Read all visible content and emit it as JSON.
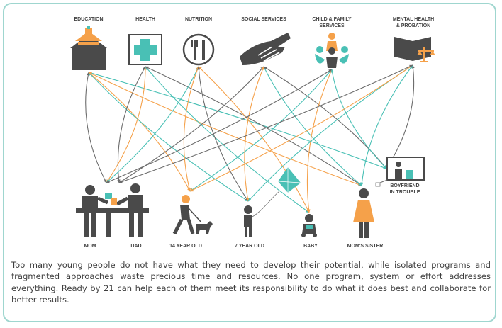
{
  "categories": [
    {
      "label": "EDUCATION",
      "icon": "schoolhouse-icon"
    },
    {
      "label": "HEALTH",
      "icon": "medical-cross-icon"
    },
    {
      "label": "NUTRITION",
      "icon": "plate-fork-knife-icon"
    },
    {
      "label": "SOCIAL SERVICES",
      "icon": "helping-hand-icon"
    },
    {
      "label": "CHILD & FAMILY\nSERVICES",
      "icon": "family-group-icon"
    },
    {
      "label": "MENTAL HEALTH\n& PROBATION",
      "icon": "book-scales-icon"
    }
  ],
  "people": [
    {
      "label": "MOM",
      "icon": "mom-figure-icon"
    },
    {
      "label": "DAD",
      "icon": "dad-figure-icon"
    },
    {
      "label": "14 YEAR OLD",
      "icon": "walking-teen-with-dog-icon"
    },
    {
      "label": "7 YEAR OLD",
      "icon": "child-with-kite-icon"
    },
    {
      "label": "BABY",
      "icon": "baby-icon"
    },
    {
      "label": "MOM'S SISTER",
      "icon": "aunt-figure-icon"
    },
    {
      "label": "BOYFRIEND\nIN TROUBLE",
      "icon": "boyfriend-in-frame-icon"
    }
  ],
  "caption": "Too many young people do not have what they need to develop their potential, while isolated programs and fragmented approaches waste precious time and resources. No one program, system or effort addresses everything. Ready by 21 can help each of them meet its responsibility to do what it does best and collaborate for better results.",
  "colors": {
    "orange": "#f5a14a",
    "teal": "#49c0b5",
    "gray": "#6b6b6b",
    "dark": "#4a4a4a",
    "border": "#9fd6cf"
  }
}
